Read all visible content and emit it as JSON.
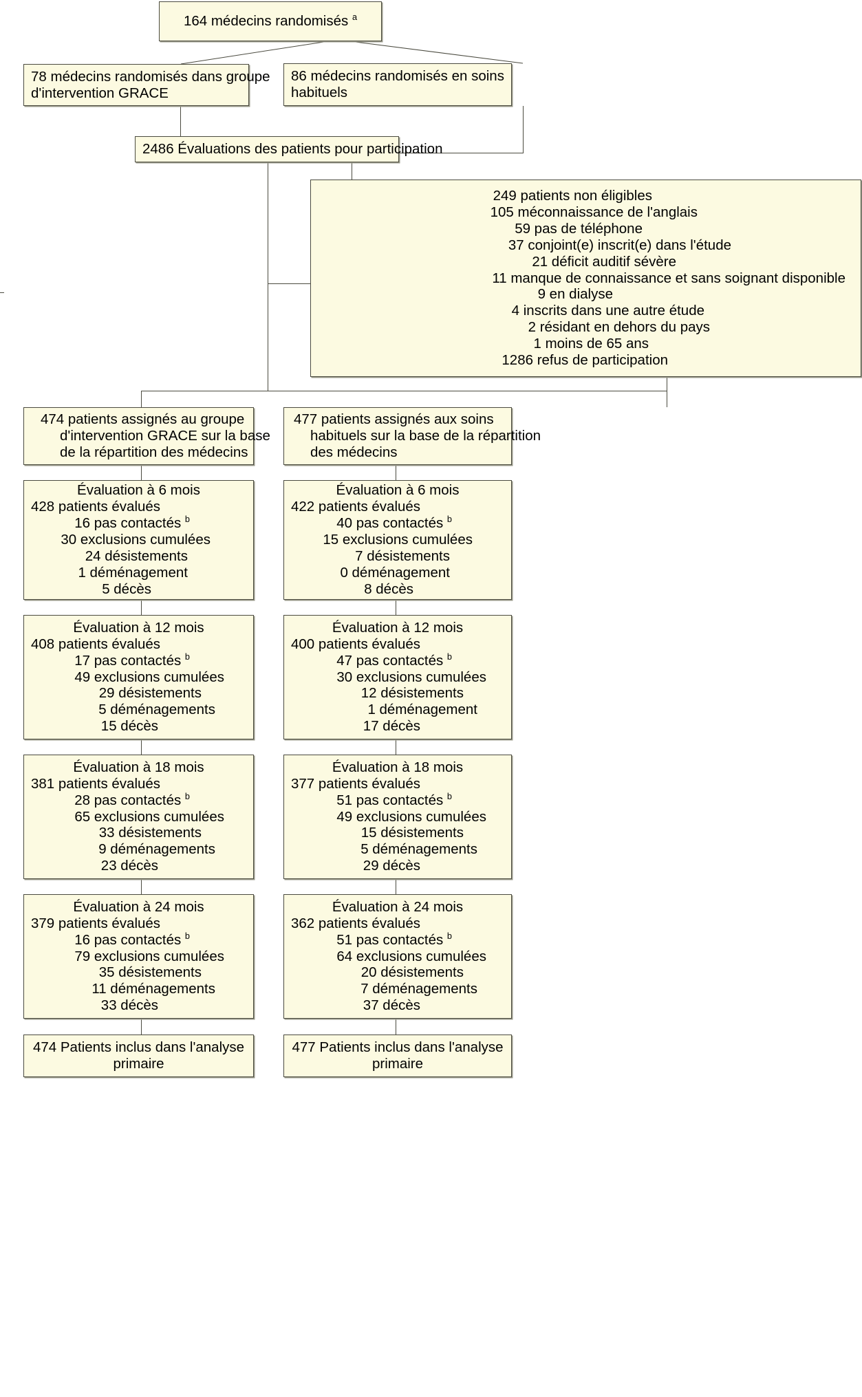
{
  "diagram": {
    "title": "Diagramme de flux de l'essai GRACE",
    "language": "fr",
    "colors": {
      "box_fill": "#fcfae1",
      "box_border": "#4a4a3f",
      "box_shadow": "#9a9a8a",
      "text": "#000000",
      "background": "#ffffff"
    },
    "footnote_markers": [
      "a",
      "b"
    ]
  },
  "nodes": {
    "randomized_total": {
      "lines": [
        "164 médecins randomisés "
      ],
      "superscript": "a"
    },
    "grace_physicians": {
      "lines": [
        "78 médecins randomisés dans groupe",
        "d'intervention GRACE"
      ]
    },
    "usual_care_physicians": {
      "lines": [
        "86 médecins randomisés en soins",
        "habituels"
      ]
    },
    "assessed_for_eligibility": {
      "lines": [
        "2486 Évaluations des patients pour participation"
      ]
    },
    "exclusions": {
      "lines": [
        "249 patients non éligibles",
        "105 méconnaissance de l'anglais",
        "59 pas de téléphone",
        "37 conjoint(e) inscrit(e) dans l'étude",
        "21 déficit auditif sévère",
        "11 manque de connaissance et sans soignant disponible",
        "9 en dialyse",
        "4 inscrits dans une autre étude",
        "2 résidant en dehors du pays",
        "1 moins de 65 ans",
        "1286 refus de participation"
      ]
    },
    "assigned_grace": {
      "lines": [
        "474 patients assignés au groupe",
        "d'intervention GRACE sur la base",
        "de la répartition des médecins"
      ]
    },
    "assigned_usual": {
      "lines": [
        "477 patients assignés aux soins",
        "habituels sur la base de la répartition",
        "des médecins"
      ]
    }
  },
  "followups": {
    "grace": [
      {
        "heading": "Évaluation à 6 mois",
        "evaluated": "428 patients évalués",
        "not_contacted": "16 pas contactés ",
        "not_contacted_sup": "b",
        "cumulative_exclusions": "30 exclusions cumulées",
        "withdrawals": "24 désistements",
        "moved": "1 déménagement",
        "deaths": "5 décès"
      },
      {
        "heading": "Évaluation à 12 mois",
        "evaluated": "408 patients évalués",
        "not_contacted": "17 pas contactés ",
        "not_contacted_sup": "b",
        "cumulative_exclusions": "49 exclusions cumulées",
        "withdrawals": "29 désistements",
        "moved": "5 déménagements",
        "deaths": "15 décès"
      },
      {
        "heading": "Évaluation à 18 mois",
        "evaluated": "381 patients évalués",
        "not_contacted": "28 pas contactés ",
        "not_contacted_sup": "b",
        "cumulative_exclusions": "65 exclusions cumulées",
        "withdrawals": "33 désistements",
        "moved": "9 déménagements",
        "deaths": "23 décès"
      },
      {
        "heading": "Évaluation à 24 mois",
        "evaluated": "379 patients évalués",
        "not_contacted": "16 pas contactés ",
        "not_contacted_sup": "b",
        "cumulative_exclusions": "79 exclusions cumulées",
        "withdrawals": "35 désistements",
        "moved": "11 déménagements",
        "deaths": "33 décès"
      }
    ],
    "usual": [
      {
        "heading": "Évaluation à 6 mois",
        "evaluated": "422 patients évalués",
        "not_contacted": "40 pas contactés ",
        "not_contacted_sup": "b",
        "cumulative_exclusions": "15 exclusions cumulées",
        "withdrawals": "7 désistements",
        "moved": "0 déménagement",
        "deaths": "8 décès"
      },
      {
        "heading": "Évaluation à 12 mois",
        "evaluated": "400 patients évalués",
        "not_contacted": "47 pas contactés ",
        "not_contacted_sup": "b",
        "cumulative_exclusions": "30 exclusions cumulées",
        "withdrawals": "12 désistements",
        "moved": "1 déménagement",
        "deaths": "17 décès"
      },
      {
        "heading": "Évaluation à 18 mois",
        "evaluated": "377 patients évalués",
        "not_contacted": "51 pas contactés ",
        "not_contacted_sup": "b",
        "cumulative_exclusions": "49 exclusions cumulées",
        "withdrawals": "15 désistements",
        "moved": "5 déménagements",
        "deaths": "29 décès"
      },
      {
        "heading": "Évaluation à 24 mois",
        "evaluated": "362 patients évalués",
        "not_contacted": "51 pas contactés ",
        "not_contacted_sup": "b",
        "cumulative_exclusions": "64 exclusions cumulées",
        "withdrawals": "20 désistements",
        "moved": "7 déménagements",
        "deaths": "37 décès"
      }
    ]
  },
  "analysis": {
    "grace": {
      "lines": [
        "474 Patients inclus dans l'analyse",
        "primaire"
      ]
    },
    "usual": {
      "lines": [
        "477 Patients inclus dans l'analyse",
        "primaire"
      ]
    }
  }
}
